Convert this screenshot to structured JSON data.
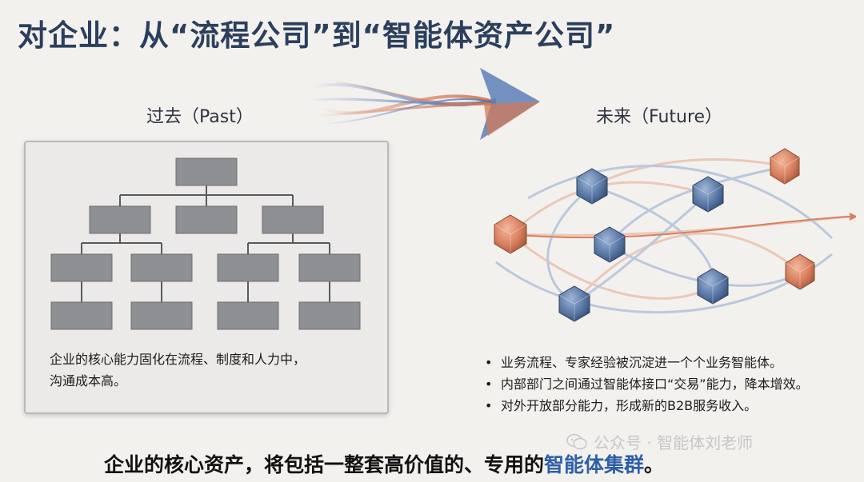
{
  "title": "对企业：从“流程公司”到“智能体资产公司”",
  "past": {
    "label": "过去（Past）",
    "description_line1": "企业的核心能力固化在流程、制度和人力中，",
    "description_line2": "沟通成本高。"
  },
  "future": {
    "label": "未来（Future）",
    "bullets": [
      "业务流程、专家经验被沉淀进一个个业务智能体。",
      "内部部门之间通过智能体接口“交易”能力，降本增效。",
      "对外开放部分能力，形成新的B2B服务收入。"
    ]
  },
  "bottom": {
    "text_main": "企业的核心资产，将包括一整套高价值的、专用的",
    "text_highlight": "智能体集群",
    "text_end": "。"
  },
  "watermark": "公众号 · 智能体刘老师",
  "colors": {
    "title": "#2b3f5c",
    "highlight": "#2e5fa8",
    "blue_node": "#5b7aa6",
    "orange_node": "#d9805f",
    "org_box": "#8e8f93"
  }
}
